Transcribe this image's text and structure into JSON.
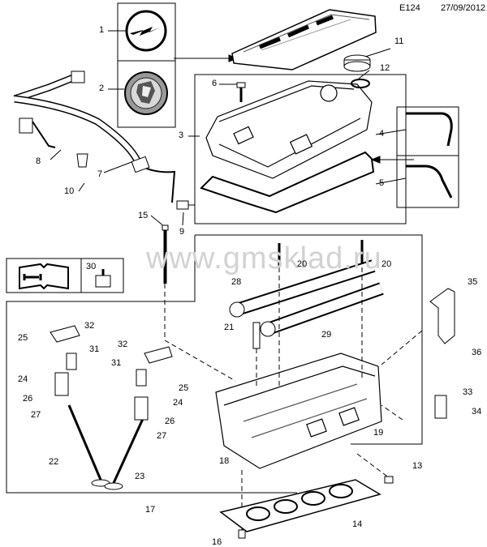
{
  "header": {
    "code": "E124",
    "date": "27/09/2012"
  },
  "watermark": "www.gmsklad.ru",
  "icons": [
    "opel-logo-icon",
    "vauxhall-logo-icon",
    "manual-book-icon",
    "sensor-part-icon"
  ],
  "callouts": [
    "1",
    "2",
    "3",
    "4",
    "5",
    "6",
    "7",
    "8",
    "9",
    "10",
    "11",
    "12",
    "13",
    "14",
    "15",
    "16",
    "17",
    "18",
    "19",
    "20",
    "20",
    "21",
    "22",
    "23",
    "24",
    "24",
    "25",
    "25",
    "26",
    "26",
    "27",
    "27",
    "28",
    "29",
    "30",
    "31",
    "31",
    "32",
    "32",
    "33",
    "34",
    "35",
    "36"
  ]
}
